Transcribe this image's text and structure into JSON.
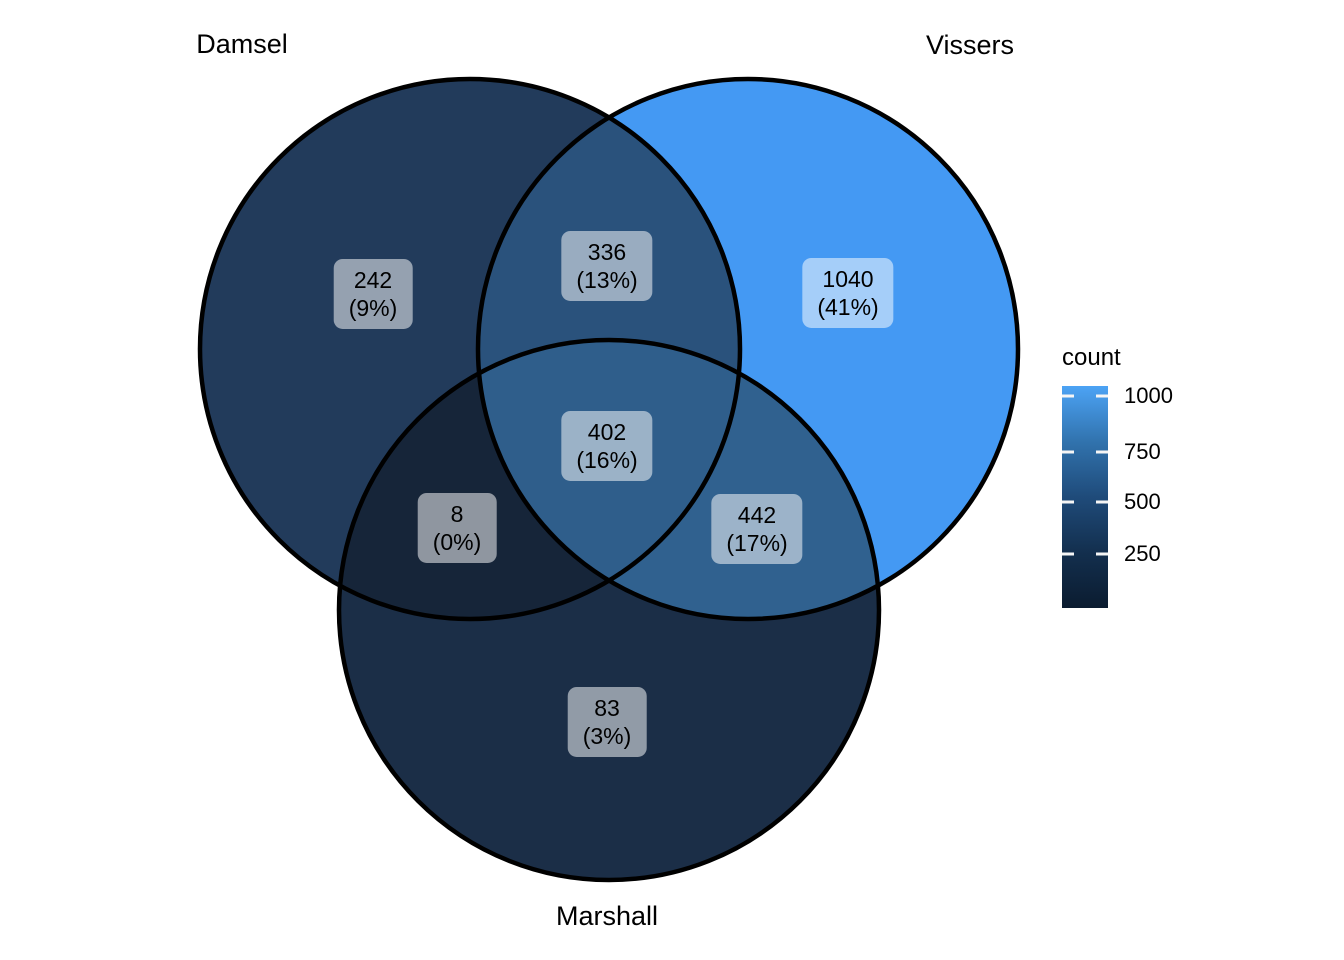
{
  "chart_data": {
    "type": "venn",
    "sets": [
      "Damsel",
      "Vissers",
      "Marshall"
    ],
    "regions": [
      {
        "sets": [
          "Damsel"
        ],
        "count": 242,
        "percent_label": "(9%)",
        "color": "#223B5B"
      },
      {
        "sets": [
          "Vissers"
        ],
        "count": 1040,
        "percent_label": "(41%)",
        "color": "#4499F3"
      },
      {
        "sets": [
          "Marshall"
        ],
        "count": 83,
        "percent_label": "(3%)",
        "color": "#1B2E47"
      },
      {
        "sets": [
          "Damsel",
          "Vissers"
        ],
        "count": 336,
        "percent_label": "(13%)",
        "color": "#2A527C"
      },
      {
        "sets": [
          "Damsel",
          "Marshall"
        ],
        "count": 8,
        "percent_label": "(0%)",
        "color": "#162539"
      },
      {
        "sets": [
          "Vissers",
          "Marshall"
        ],
        "count": 442,
        "percent_label": "(17%)",
        "color": "#30618F"
      },
      {
        "sets": [
          "Damsel",
          "Vissers",
          "Marshall"
        ],
        "count": 402,
        "percent_label": "(16%)",
        "color": "#2F5E8B"
      }
    ],
    "legend": {
      "title": "count",
      "ticks": [
        "1000",
        "750",
        "500",
        "250"
      ],
      "gradient": [
        "#4CA3F5",
        "#3173AE",
        "#1F4B7A",
        "#132F4E",
        "#0B1C30"
      ]
    },
    "stroke_color": "#000000",
    "label_box_color": "rgba(255,255,255,0.52)"
  }
}
